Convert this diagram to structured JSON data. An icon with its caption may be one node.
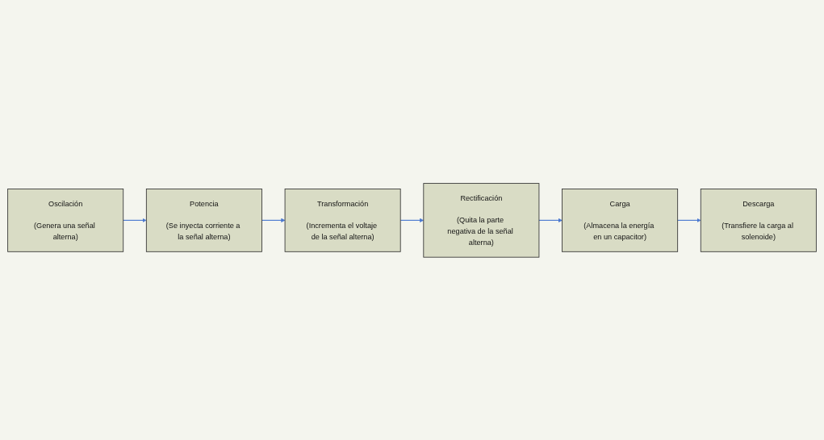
{
  "diagram": {
    "nodes": [
      {
        "text": [
          "Oscilación",
          "(Genera una señal alterna)"
        ]
      },
      {
        "text": [
          "Potencia",
          "(Se inyecta corriente a la señal alterna)"
        ]
      },
      {
        "text": [
          "Transformación",
          "(Incrementa el voltaje de la señal alterna)"
        ]
      },
      {
        "text": [
          "Rectificación",
          "(Quita la parte negativa de la señal alterna)"
        ]
      },
      {
        "text": [
          "Carga",
          "(Almacena la energía en un capacitor)"
        ]
      },
      {
        "text": [
          "Descarga",
          "(Transfiere la carga al solenoide)"
        ]
      }
    ],
    "edges": [
      {
        "from": 0,
        "to": 1,
        "arrow": "to"
      },
      {
        "from": 1,
        "to": 2,
        "arrow": "to"
      },
      {
        "from": 2,
        "to": 3,
        "arrow": "to"
      },
      {
        "from": 3,
        "to": 4,
        "arrow": "to"
      },
      {
        "from": 4,
        "to": 5,
        "arrow": "to"
      }
    ]
  }
}
